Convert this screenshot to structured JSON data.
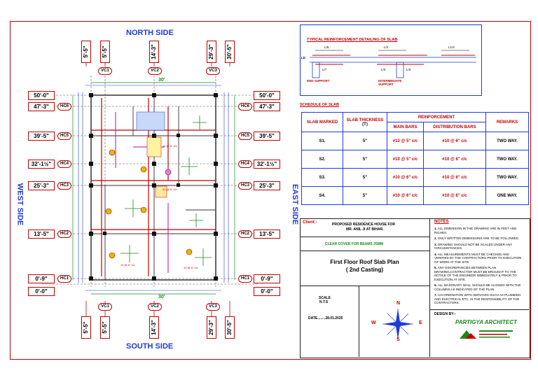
{
  "sides": {
    "north": "NORTH SIDE",
    "south": "SOUTH SIDE",
    "west": "WEST SIDE",
    "east": "EAST SIDE"
  },
  "top_dims": [
    "5'-5\"",
    "5'-5\"",
    "14'-3\"",
    "29'-3\"",
    "30'-5\""
  ],
  "bottom_dims": [
    "5'-5\"",
    "5'-5\"",
    "14'-3\"",
    "29'-3\"",
    "30'-5\""
  ],
  "vc_top": [
    "VC1",
    "VC2",
    "VC3"
  ],
  "vc_bottom": [
    "VC1",
    "VC2",
    "VC3"
  ],
  "left_levels": [
    {
      "dim": "50'-0\"",
      "tag": ""
    },
    {
      "dim": "47'-3\"",
      "tag": "HC6"
    },
    {
      "dim": "39'-5\"",
      "tag": "HC5"
    },
    {
      "dim": "32'-1½\"",
      "tag": "HC4"
    },
    {
      "dim": "25'-3\"",
      "tag": "HC3"
    },
    {
      "dim": "13'-5\"",
      "tag": "HC2"
    },
    {
      "dim": "0'-9\"",
      "tag": "HC1"
    },
    {
      "dim": "0'-0\"",
      "tag": ""
    }
  ],
  "right_levels": [
    {
      "dim": "50'-0\"",
      "tag": ""
    },
    {
      "dim": "47'-3\"",
      "tag": "HC6"
    },
    {
      "dim": "39'-5\"",
      "tag": "HC5"
    },
    {
      "dim": "32'-1½\"",
      "tag": "HC4"
    },
    {
      "dim": "25'-3\"",
      "tag": "HC3"
    },
    {
      "dim": "13'-5\"",
      "tag": "HC2"
    },
    {
      "dim": "0'-9\"",
      "tag": "HC1"
    },
    {
      "dim": "0'-0\"",
      "tag": ""
    }
  ],
  "plan_width": "30'",
  "detail": {
    "title": "TYPICAL REINFORCEMENT DETAILING OF SLAB",
    "labels_top": [
      "L/5",
      "L/4",
      "L1/4"
    ],
    "labels_bottom": [
      "L/7",
      "L/3",
      "L/3"
    ],
    "end_support": "END SUPPORT",
    "intermediate": "INTERMEDIATE SUPPORT",
    "ld": "LD"
  },
  "schedule": {
    "title": "SCHEDULE OF SLAB",
    "headers": {
      "slab": "SLAB MARKED",
      "thickness": "SLAB THICKNESS",
      "thickness_unit": "(T)",
      "reinforcement": "REINFORCEMENT",
      "main": "MAIN BARS",
      "dist": "DISTRIBUTION BARS",
      "remarks": "REMARKS"
    },
    "rows": [
      {
        "slab": "S1.",
        "t": "5\"",
        "main": "#12 @ 5\" c/c",
        "dist": "#10 @ 6\" c/c",
        "remarks": "TWO WAY."
      },
      {
        "slab": "S2.",
        "t": "5\"",
        "main": "#10 @ 5\" c/c",
        "dist": "#10 @ 6\" c/c",
        "remarks": "TWO WAY."
      },
      {
        "slab": "S3.",
        "t": "5\"",
        "main": "#10 @ 6\" c/c",
        "dist": "#10 @ 6\" c/c",
        "remarks": "TWO WAY."
      },
      {
        "slab": "S4.",
        "t": "5\"",
        "main": "#10 @ 6\" c/c",
        "dist": "#10 @ 6\" c/c",
        "remarks": "ONE WAY."
      }
    ]
  },
  "client": {
    "label": "Client:-",
    "line1": "PROPOSED RESIDENCE HOUSE FOR",
    "line2": "MR. ANIL JI AT BIHAR."
  },
  "clear_cover": "CLEAR COVER FOR BEAMS 25MM",
  "plan_title_1": "First Floor Roof Slab Plan",
  "plan_title_2": "( 2nd Casting)",
  "scale_label": "SCALE",
  "scale_value": "N.T.S",
  "date": "DATE........28.01.2025",
  "compass": {
    "n": "N",
    "s": "S",
    "e": "E",
    "w": "W"
  },
  "design_by": "DESIGN BY:-",
  "firm": "PARTIGYA ARCHITECT",
  "notes_title": "NOTES",
  "notes": [
    "ALL DIMENSION IN THE DRAWING ARE IN FEET AND INCHES.",
    "ONLY WRITTEN DIMENSIONS ARE TO BE FOLLOWED.",
    "DRAWING SHOULD NOT BE SCALED UNDER ANY CIRCUMSTANCES.",
    "ALL MEASUREMENTS MUST BE CHECKED AND VERIFIED BY THE CONTRACTORS PRIOR TO EXECUTION OF WORK AT THE SITE.",
    "ANY DISCREPANCIES BETWEEN PLAN DRAWING,CONTRACTOR MUST BE BROUGHT TO THE NOTICE OF THE ENGINEER IMMEDIATELY & PRIOR TO EXECUTION AT SITE.",
    "ALL MASONARY WALL SHOULD BE ALIGNED WITH THE COLUMNS AS INDICATED OF THE PLAN.",
    "CO-ORDINATION WITH SERVICES SUCH AS PLUMBING AND ELECTRICAL ETC. IS THE RESPONSIBILITY OF THE CONTRACTORS."
  ],
  "colors": {
    "frame": "#c00000",
    "blue": "#1f3bd6",
    "green": "#1a8a1a"
  }
}
